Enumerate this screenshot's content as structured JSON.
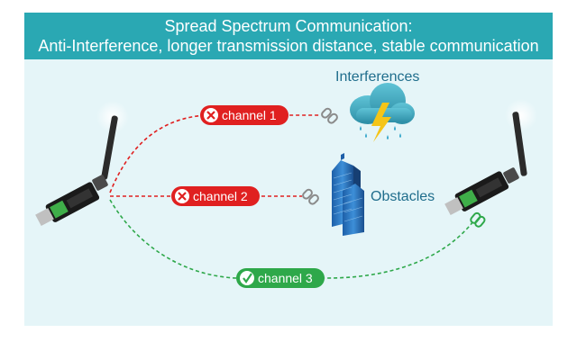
{
  "header": {
    "line1": "Spread Spectrum Communication:",
    "line2": "Anti-Interference, longer transmission distance, stable communication"
  },
  "labels": {
    "interferences": "Interferences",
    "obstacles": "Obstacles"
  },
  "channels": [
    {
      "label": "channel 1",
      "status": "fail"
    },
    {
      "label": "channel 2",
      "status": "fail"
    },
    {
      "label": "channel 3",
      "status": "ok"
    }
  ],
  "colors": {
    "header_bg": "#2aa8b3",
    "panel_bg": "#e5f5f8",
    "fail": "#e02020",
    "ok": "#2ea84a",
    "label": "#1f6d8c"
  }
}
